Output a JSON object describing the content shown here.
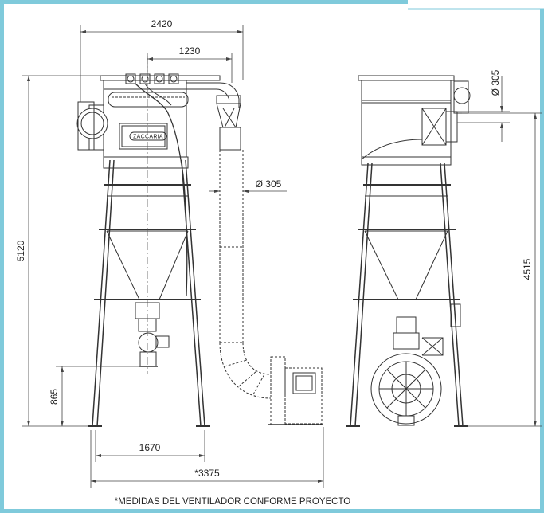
{
  "colors": {
    "frame": "#7fcadb",
    "paper": "#ffffff",
    "line": "#333333",
    "dim_line": "#444444"
  },
  "dimensions": {
    "overall_width": "2420",
    "outlet_offset": "1230",
    "duct_diameter": "Ø 305",
    "side_diameter": "Ø 305",
    "overall_height": "5120",
    "side_height": "4515",
    "discharge_height": "865",
    "base_width": "1670",
    "total_width": "*3375"
  },
  "logo": {
    "text": "ZACCARIA"
  },
  "footnote": "*MEDIDAS DEL VENTILADOR CONFORME PROYECTO"
}
